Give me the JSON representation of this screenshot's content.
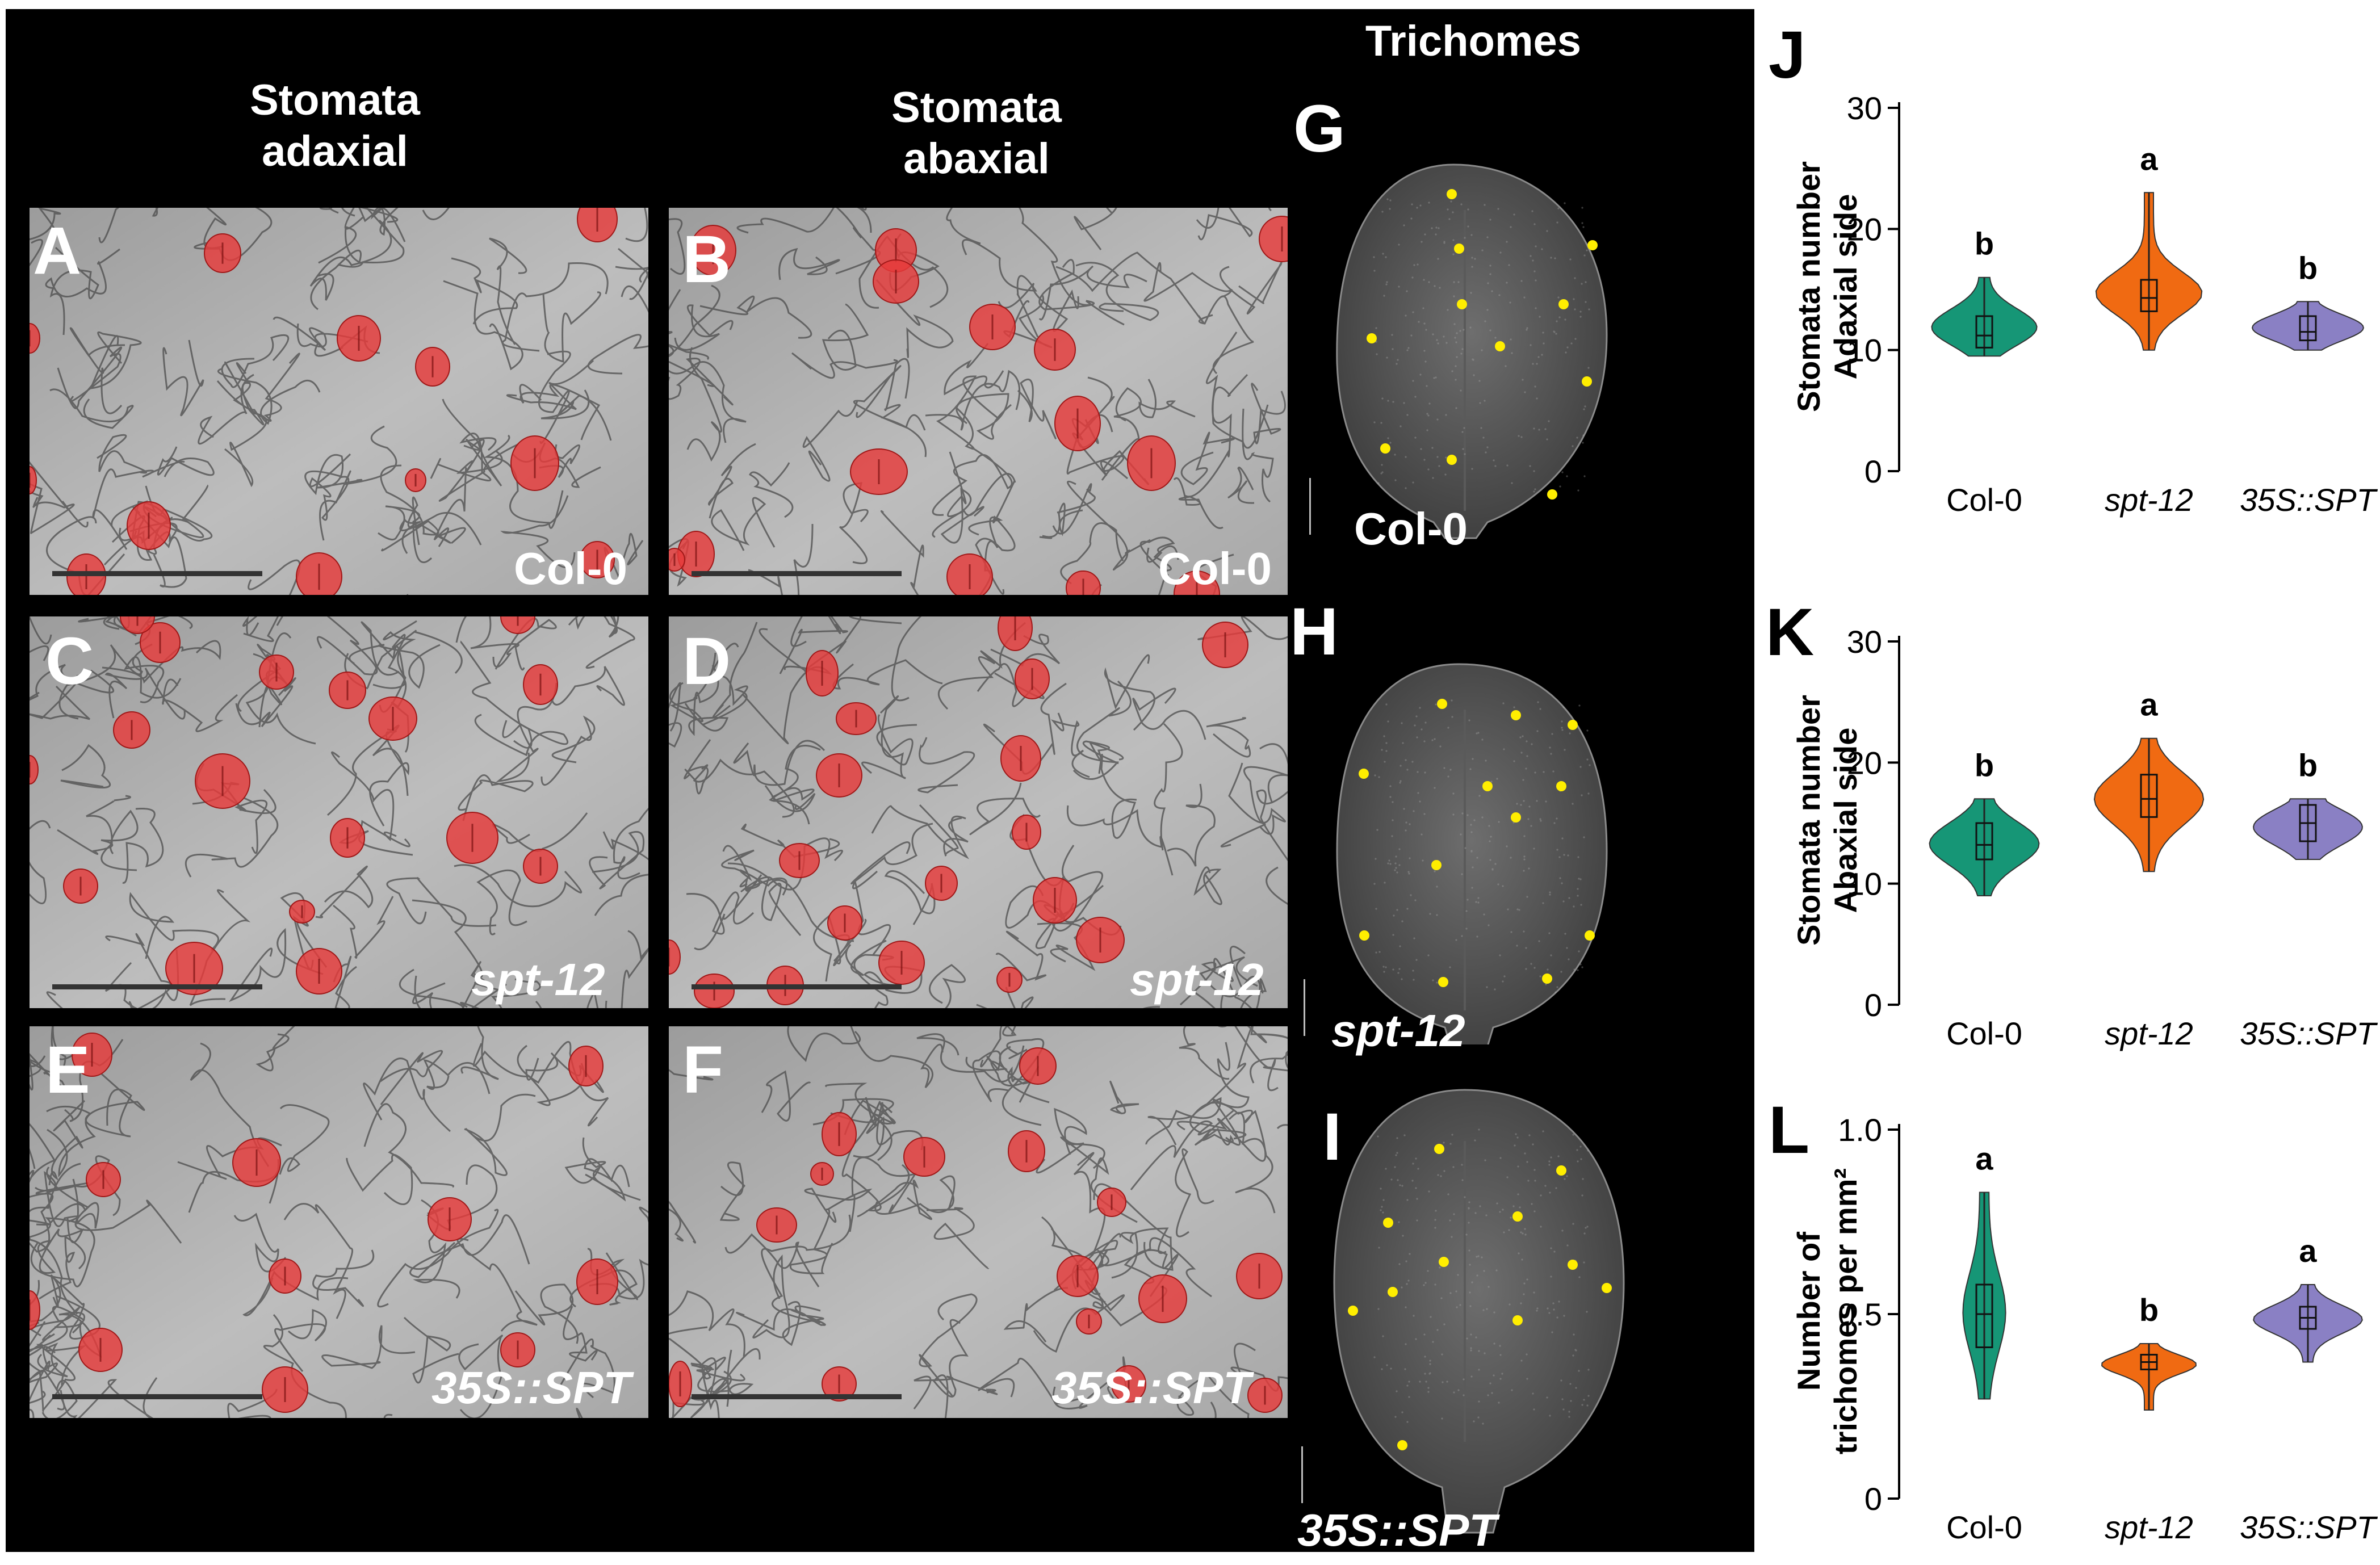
{
  "headers": {
    "adaxial_line1": "Stomata",
    "adaxial_line2": "adaxial",
    "abaxial_line1": "Stomata",
    "abaxial_line2": "abaxial",
    "trichomes": "Trichomes"
  },
  "panels": {
    "A": {
      "letter": "A",
      "genotype": "Col-0"
    },
    "B": {
      "letter": "B",
      "genotype": "Col-0"
    },
    "C": {
      "letter": "C",
      "genotype": "spt-12"
    },
    "D": {
      "letter": "D",
      "genotype": "spt-12"
    },
    "E": {
      "letter": "E",
      "genotype": "35S::SPT"
    },
    "F": {
      "letter": "F",
      "genotype": "35S::SPT"
    },
    "G": {
      "letter": "G",
      "genotype": "Col-0"
    },
    "H": {
      "letter": "H",
      "genotype": "spt-12"
    },
    "I": {
      "letter": "I",
      "genotype": "35S::SPT"
    }
  },
  "colors": {
    "col0": "#169676",
    "spt12": "#f06a12",
    "oe": "#8a80c4",
    "stomata": "#e63a3a",
    "trichome_dot": "#ffee00"
  },
  "chart_data": [
    {
      "panel": "J",
      "type": "violin",
      "categories": [
        "Col-0",
        "spt-12",
        "35S::SPT"
      ],
      "ylabel_line1": "Stomata number",
      "ylabel_line2": "Adaxial side",
      "ylim": [
        0,
        30
      ],
      "yticks": [
        "0",
        "10",
        "20",
        "30"
      ],
      "series": [
        {
          "category": "Col-0",
          "min": 9.5,
          "q1": 10.2,
          "median": 11.2,
          "q3": 12.8,
          "max": 16,
          "letter": "b"
        },
        {
          "category": "spt-12",
          "min": 10,
          "q1": 13.2,
          "median": 14.3,
          "q3": 15.8,
          "max": 23,
          "letter": "a"
        },
        {
          "category": "35S::SPT",
          "min": 10,
          "q1": 10.8,
          "median": 11.5,
          "q3": 12.8,
          "max": 14,
          "letter": "b"
        }
      ]
    },
    {
      "panel": "K",
      "type": "violin",
      "categories": [
        "Col-0",
        "spt-12",
        "35S::SPT"
      ],
      "ylabel_line1": "Stomata number",
      "ylabel_line2": "Abaxial side",
      "ylim": [
        0,
        30
      ],
      "yticks": [
        "0",
        "10",
        "20",
        "30"
      ],
      "series": [
        {
          "category": "Col-0",
          "min": 9,
          "q1": 12,
          "median": 13.2,
          "q3": 15,
          "max": 17,
          "letter": "b"
        },
        {
          "category": "spt-12",
          "min": 11,
          "q1": 15.5,
          "median": 17,
          "q3": 19,
          "max": 22,
          "letter": "a"
        },
        {
          "category": "35S::SPT",
          "min": 12,
          "q1": 13.5,
          "median": 15,
          "q3": 16.5,
          "max": 17,
          "letter": "b"
        }
      ]
    },
    {
      "panel": "L",
      "type": "violin",
      "categories": [
        "Col-0",
        "spt-12",
        "35S::SPT"
      ],
      "ylabel_line1": "Number of",
      "ylabel_line2": "trichomes per mm²",
      "ylim": [
        0,
        1.0
      ],
      "yticks": [
        "0",
        "0.5",
        "1.0"
      ],
      "series": [
        {
          "category": "Col-0",
          "min": 0.27,
          "q1": 0.41,
          "median": 0.5,
          "q3": 0.58,
          "max": 0.83,
          "letter": "a"
        },
        {
          "category": "spt-12",
          "min": 0.24,
          "q1": 0.35,
          "median": 0.37,
          "q3": 0.39,
          "max": 0.42,
          "letter": "b"
        },
        {
          "category": "35S::SPT",
          "min": 0.37,
          "q1": 0.46,
          "median": 0.49,
          "q3": 0.52,
          "max": 0.58,
          "letter": "a"
        }
      ]
    }
  ]
}
